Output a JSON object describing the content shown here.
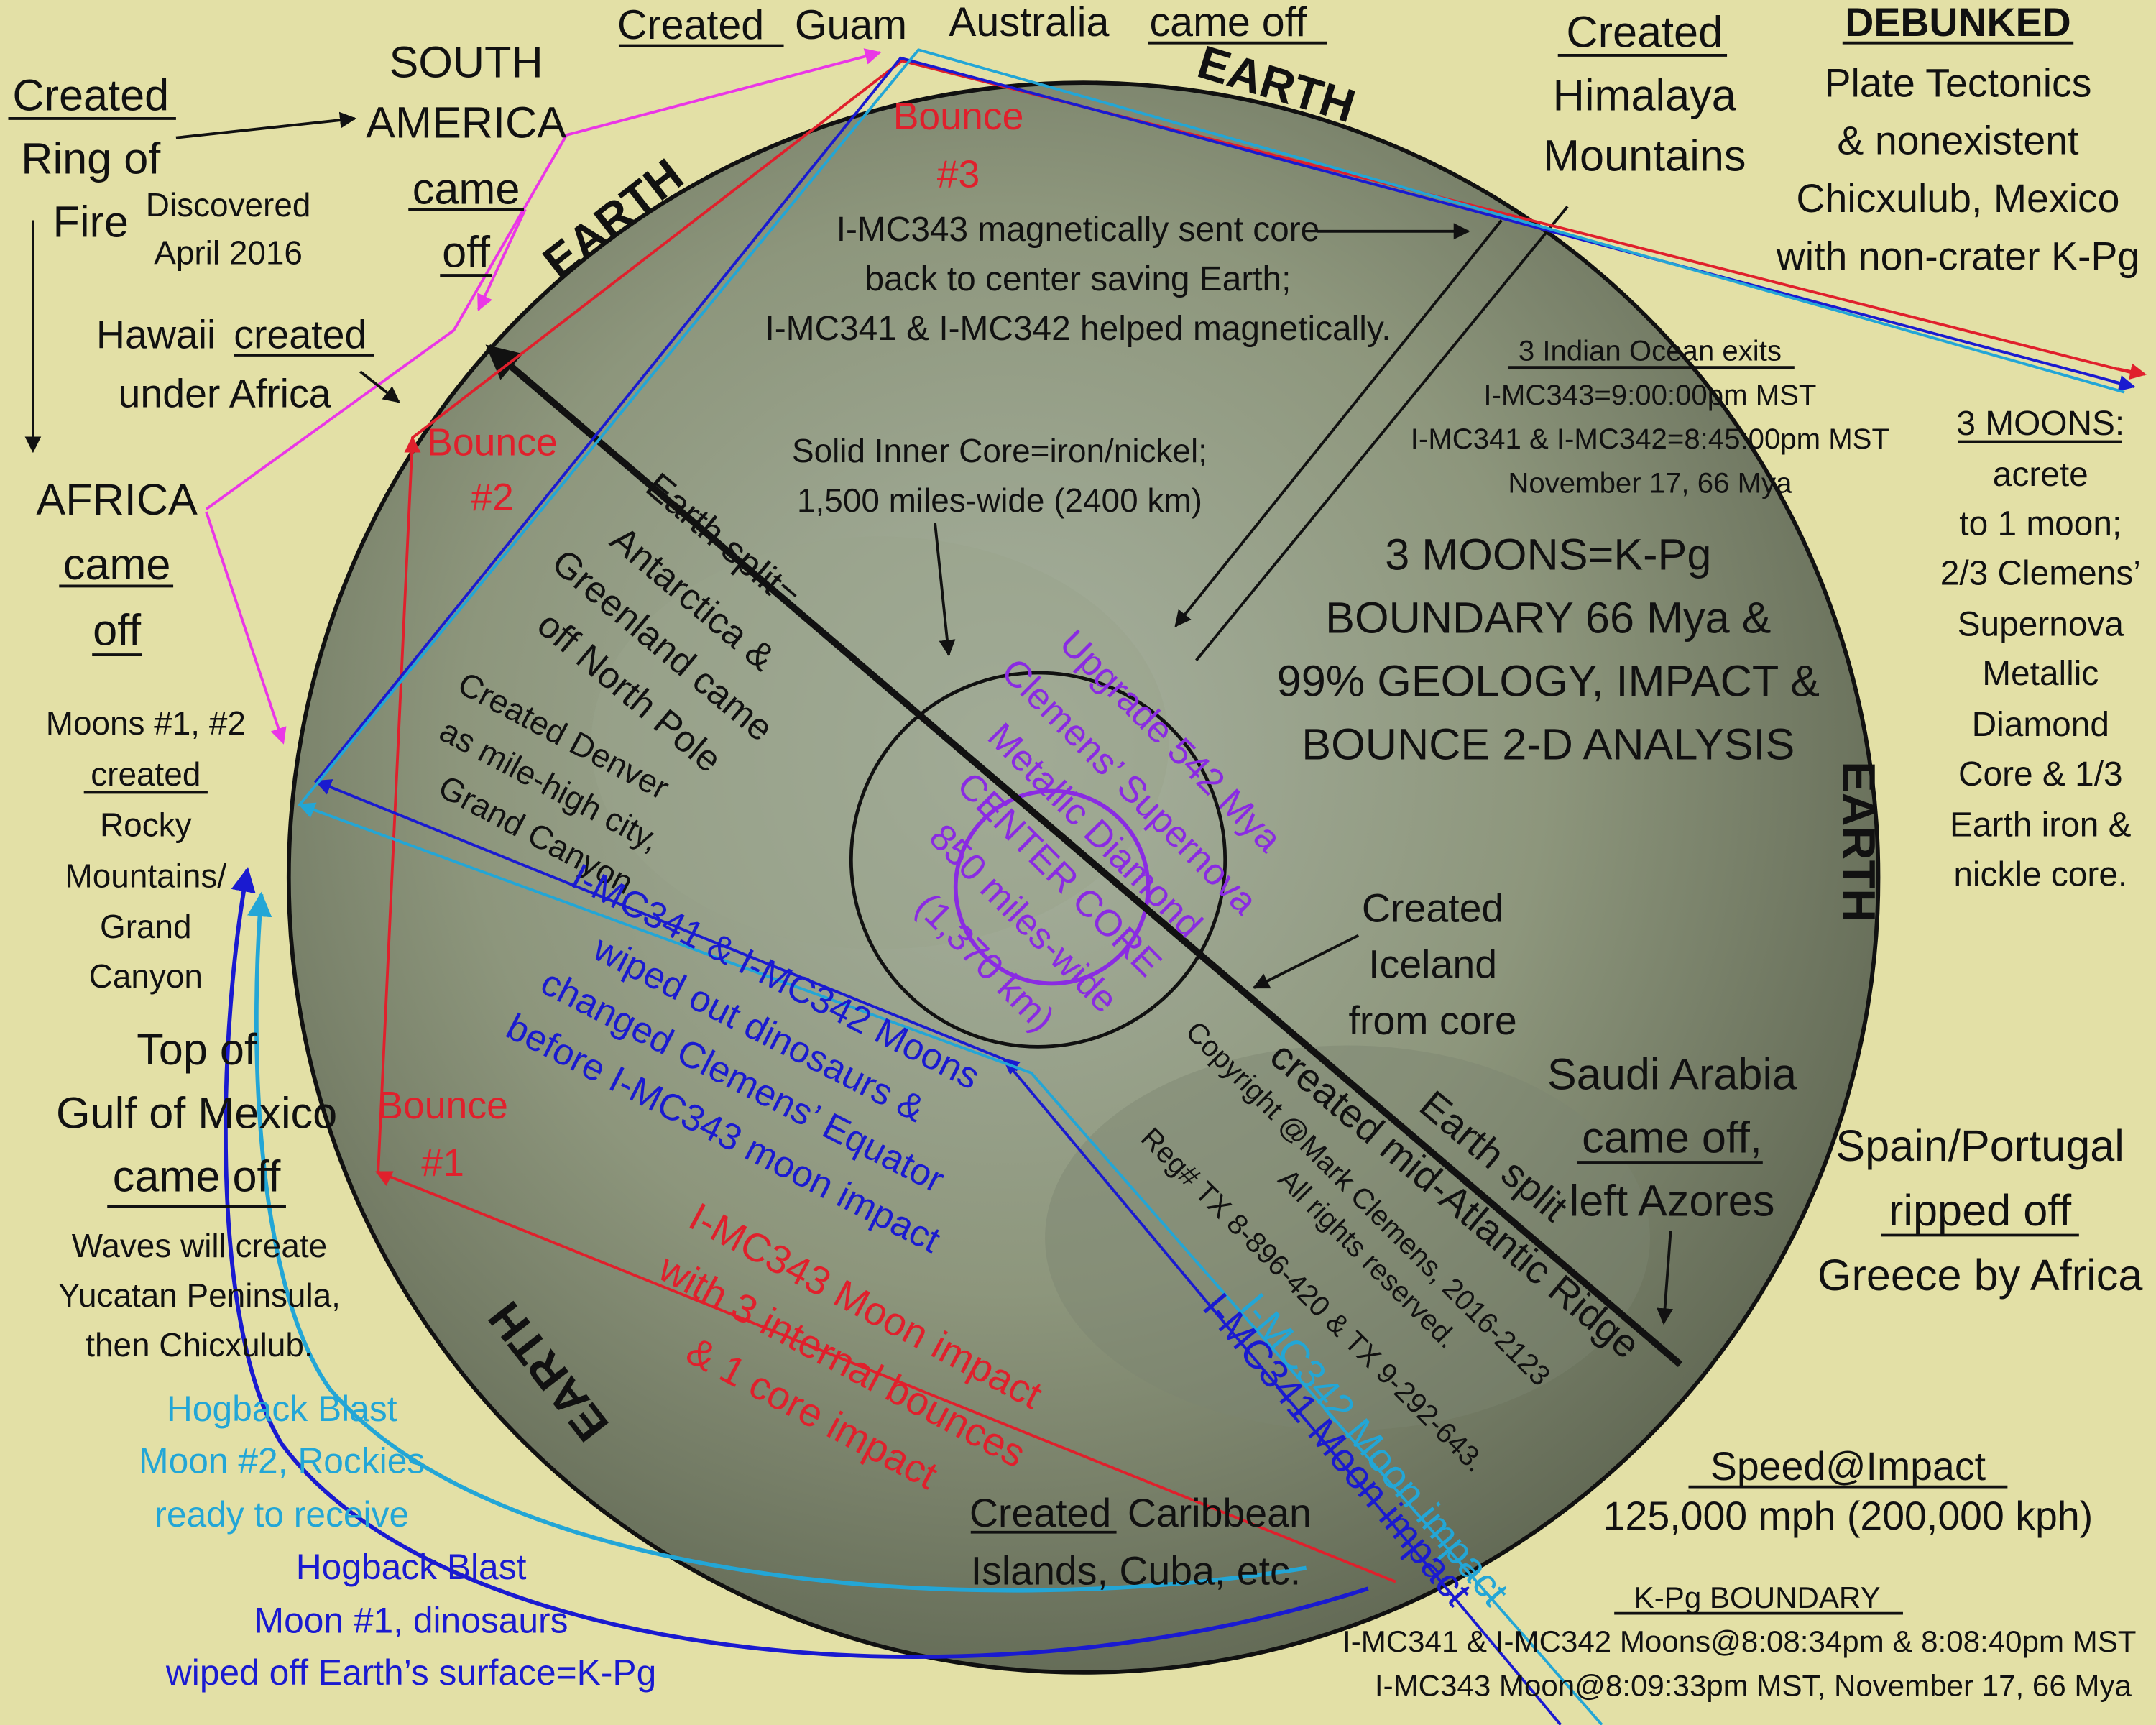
{
  "colors": {
    "background": "#e3e0a6",
    "red": "#e0202c",
    "blue": "#1a1ad0",
    "cyan": "#23a6d6",
    "magenta": "#ea37e6",
    "purple": "#8a2be2",
    "black": "#111111"
  },
  "earth_labels": {
    "top": "EARTH",
    "upper_left": "EARTH",
    "right": "EARTH",
    "bottom_left": "EARTH"
  },
  "ring_of_fire": {
    "l1": "Created",
    "l2": "Ring of",
    "l3": "Fire"
  },
  "discovered": {
    "l1": "Discovered",
    "l2": "April 2016"
  },
  "south_america": {
    "l1": "SOUTH",
    "l2": "AMERICA",
    "l3": "came",
    "l4": "off"
  },
  "guam": {
    "created": "Created",
    "name": "Guam"
  },
  "australia": {
    "name": "Australia",
    "came_off": "came off"
  },
  "himalaya": {
    "l1": "Created",
    "l2": "Himalaya",
    "l3": "Mountains"
  },
  "debunked": {
    "l1": "DEBUNKED",
    "l2": "Plate Tectonics",
    "l3": "& nonexistent",
    "l4": "Chicxulub, Mexico",
    "l5": "with non-crater K-Pg"
  },
  "bounce3": {
    "l1": "Bounce",
    "l2": "#3"
  },
  "core_saving": {
    "l1": "I-MC343 magnetically sent core",
    "l2": "back to center saving Earth;",
    "l3": "I-MC341 & I-MC342 helped magnetically."
  },
  "hawaii": {
    "l1a": "Hawaii",
    "l1b": "created",
    "l2": "under Africa"
  },
  "indian_exits": {
    "l1": "3 Indian Ocean exits",
    "l2": "I-MC343=9:00:00pm MST",
    "l3": "I-MC341 & I-MC342=8:45:00pm MST",
    "l4": "November 17, 66 Mya"
  },
  "three_moons": {
    "l1": "3 MOONS:",
    "l2": "acrete",
    "l3": "to 1 moon;",
    "l4": "2/3 Clemens’",
    "l5": "Supernova",
    "l6": "Metallic",
    "l7": "Diamond",
    "l8": "Core & 1/3",
    "l9": "Earth iron &",
    "l10": "nickle core."
  },
  "africa": {
    "l1": "AFRICA",
    "l2": "came",
    "l3": "off"
  },
  "bounce2": {
    "l1": "Bounce",
    "l2": "#2"
  },
  "solid_core": {
    "l1": "Solid Inner Core=iron/nickel;",
    "l2": "1,500 miles-wide (2400 km)"
  },
  "kpg_title": {
    "l1": "3 MOONS=K-Pg",
    "l2": "BOUNDARY 66 Mya &",
    "l3": "99% GEOLOGY, IMPACT &",
    "l4": "BOUNCE 2-D ANALYSIS"
  },
  "earth_split_top": "Earth split=",
  "antarctica": {
    "l1": "Antarctica &",
    "l2": "Greenland came",
    "l3": "off North Pole"
  },
  "denver": {
    "l1": "Created Denver",
    "l2": "as mile-high city,",
    "l3": "Grand Canyon"
  },
  "moons12": {
    "l1": "Moons #1, #2",
    "l2": "created",
    "l3": "Rocky",
    "l4": "Mountains/",
    "l5": "Grand",
    "l6": "Canyon"
  },
  "center_core": {
    "l1": "Upgrade 542 Mya",
    "l2": "Clemens’ Supernova",
    "l3": "Metallic Diamond",
    "l4": "CENTER CORE",
    "l5": "850 miles-wide",
    "l6": "(1,370 km)"
  },
  "iceland": {
    "l1": "Created",
    "l2": "Iceland",
    "l3": "from core"
  },
  "dinosaurs": {
    "l1": "I-MC341 & I-MC342 Moons",
    "l2": "wiped out dinosaurs &",
    "l3": "changed Clemens’ Equator",
    "l4": "before I-MC343 moon impact"
  },
  "gulf": {
    "l1": "Top of",
    "l2": "Gulf of Mexico",
    "l3": "came off"
  },
  "bounce1": {
    "l1": "Bounce",
    "l2": "#1"
  },
  "copyright": {
    "l1": "Copyright @Mark Clemens, 2016-2123",
    "l2": "All rights reserved.",
    "l3": "Reg# TX 8-896-420 & TX 9-292-643."
  },
  "mid_atlantic": {
    "l1": "Earth split",
    "l2": "created mid-Atlantic Ridge"
  },
  "saudi": {
    "l1": "Saudi Arabia",
    "l2": "came off,",
    "l3": "left Azores"
  },
  "spain": {
    "l1": "Spain/Portugal",
    "l2": "ripped off",
    "l3": "Greece by Africa"
  },
  "yucatan": {
    "l1": "Waves will create",
    "l2": "Yucatan Peninsula,",
    "l3": "then Chicxulub."
  },
  "imc343_impact": {
    "l1": "I-MC343 Moon impact",
    "l2": "with 3 internal bounces",
    "l3": "& 1 core impact"
  },
  "imc342_impact": "I-MC342 Moon impact",
  "imc341_impact": "I-MC341 Moon impact",
  "hogback2": {
    "l1": "Hogback Blast",
    "l2": "Moon #2, Rockies",
    "l3": "ready to receive"
  },
  "hogback1": {
    "l1": "Hogback Blast",
    "l2": "Moon #1, dinosaurs",
    "l3": "wiped off Earth’s surface=K-Pg"
  },
  "speed": {
    "title": "Speed@Impact",
    "value": "125,000 mph (200,000 kph)"
  },
  "caribbean": {
    "l1a": "Created",
    "l1b": "Caribbean",
    "l2": "Islands, Cuba, etc."
  },
  "kpg_boundary": {
    "title": "K-Pg BOUNDARY",
    "l1": "I-MC341 & I-MC342 Moons@8:08:34pm & 8:08:40pm MST",
    "l2": "I-MC343 Moon@8:09:33pm MST, November 17, 66 Mya"
  }
}
